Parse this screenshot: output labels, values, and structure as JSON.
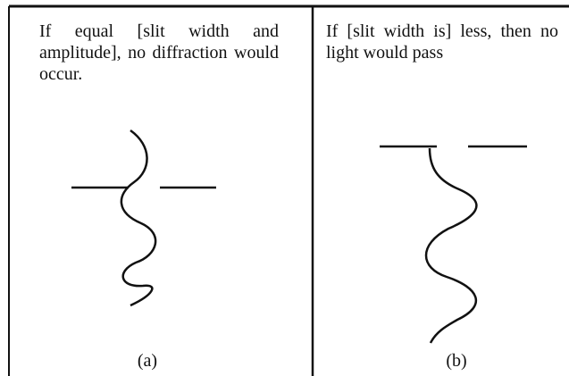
{
  "panels": [
    {
      "id": "a",
      "caption": "If equal [slit width and amplitude], no diffraction would occur.",
      "label": "(a)"
    },
    {
      "id": "b",
      "caption": "If [slit width is] less, then no light would pass",
      "label": "(b)"
    }
  ],
  "colors": {
    "ink": "#111111",
    "background": "#ffffff"
  }
}
